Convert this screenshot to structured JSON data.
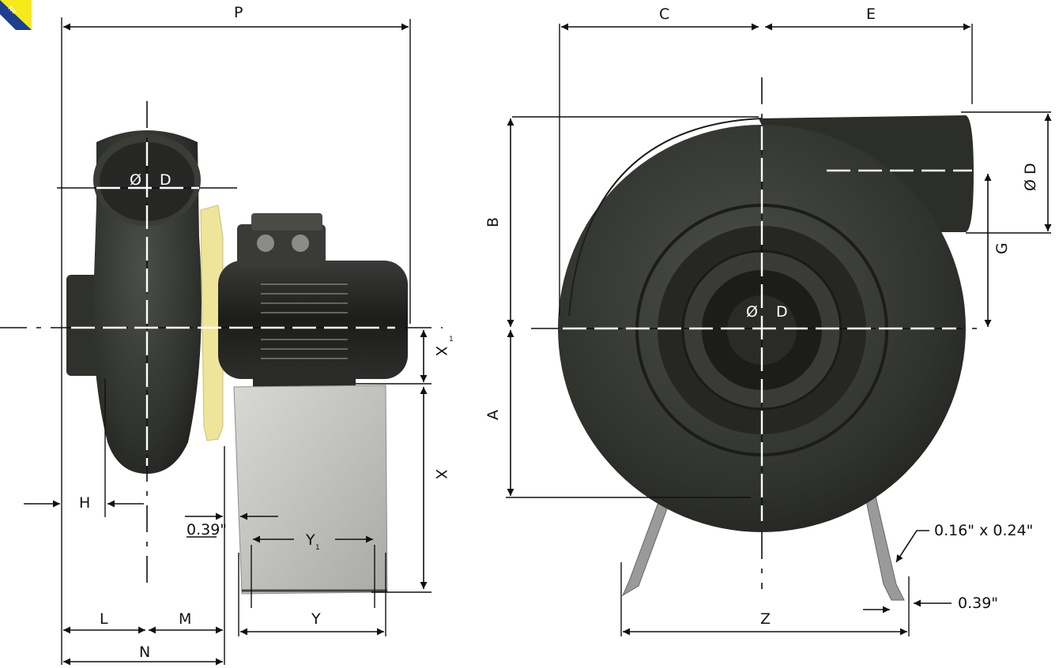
{
  "corner_badge_text": "Ne",
  "side_view": {
    "label_P": "P",
    "label_dia": "Ø",
    "label_D": "D",
    "label_H": "H",
    "label_L": "L",
    "label_M": "M",
    "label_N": "N",
    "label_X": "X",
    "label_X1": "X",
    "label_X1_sub": "1",
    "label_Y": "Y",
    "label_Y1": "Y",
    "label_Y1_sub": "1",
    "label_gap": "0.39\""
  },
  "front_view": {
    "label_A": "A",
    "label_B": "B",
    "label_C": "C",
    "label_E": "E",
    "label_G": "G",
    "label_Z": "Z",
    "label_dia_center": "Ø",
    "label_D_center": "D",
    "label_dia_outlet": "Ø D",
    "label_foot_size": "0.16\" x 0.24\"",
    "label_foot_gap": "0.39\""
  },
  "colors": {
    "fan_body": "#2e302c",
    "fan_body_light": "#4a4c47",
    "flange": "#efe59a",
    "stand": "#c9c9c9",
    "badge_yellow": "#f6ea1a",
    "badge_blue": "#1d3f8c"
  }
}
